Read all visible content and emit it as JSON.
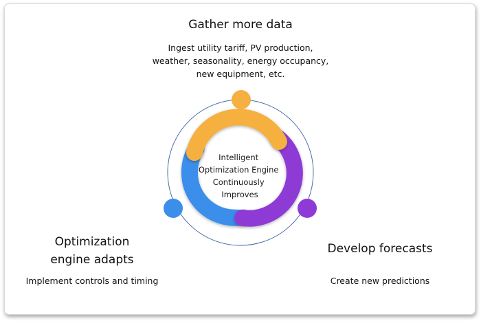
{
  "gather": {
    "title": "Gather more data",
    "lines": [
      "Ingest utility tariff, PV production,",
      "weather, seasonality, energy occupancy,",
      "new equipment, etc."
    ]
  },
  "adapt": {
    "title_lines": [
      "Optimization",
      "engine adapts"
    ],
    "desc": "Implement controls and timing"
  },
  "forecast": {
    "title": "Develop forecasts",
    "desc": "Create new predictions"
  },
  "center": {
    "lines": [
      "Intelligent",
      "Optimization Engine",
      "Continuously",
      "Improves"
    ]
  },
  "colors": {
    "orange": "#F5B041",
    "purple": "#8E3AD6",
    "blue": "#3B8EEA",
    "outline": "#4A6FA5"
  }
}
